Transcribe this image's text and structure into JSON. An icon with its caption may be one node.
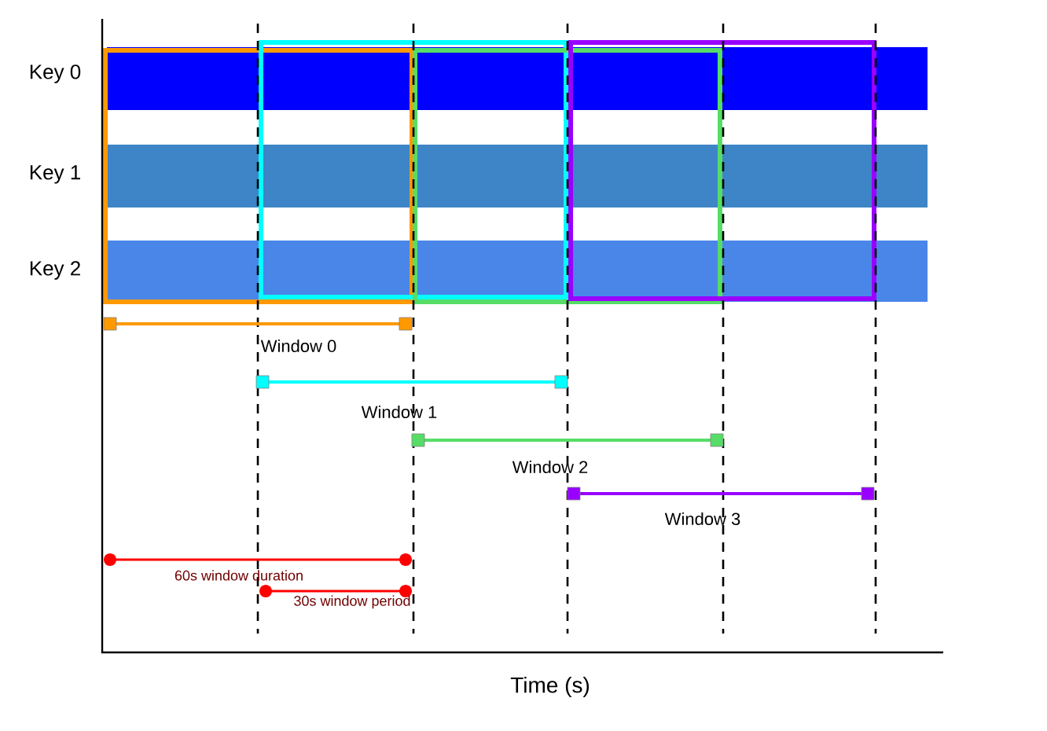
{
  "diagram": {
    "labels": [
      "Key 0",
      "Key 1",
      "Key 2",
      "Window 0",
      "Window 1",
      "Window 2",
      "Window 3",
      "60s window duration",
      "30s window period",
      "Time (s)"
    ]
  }
}
